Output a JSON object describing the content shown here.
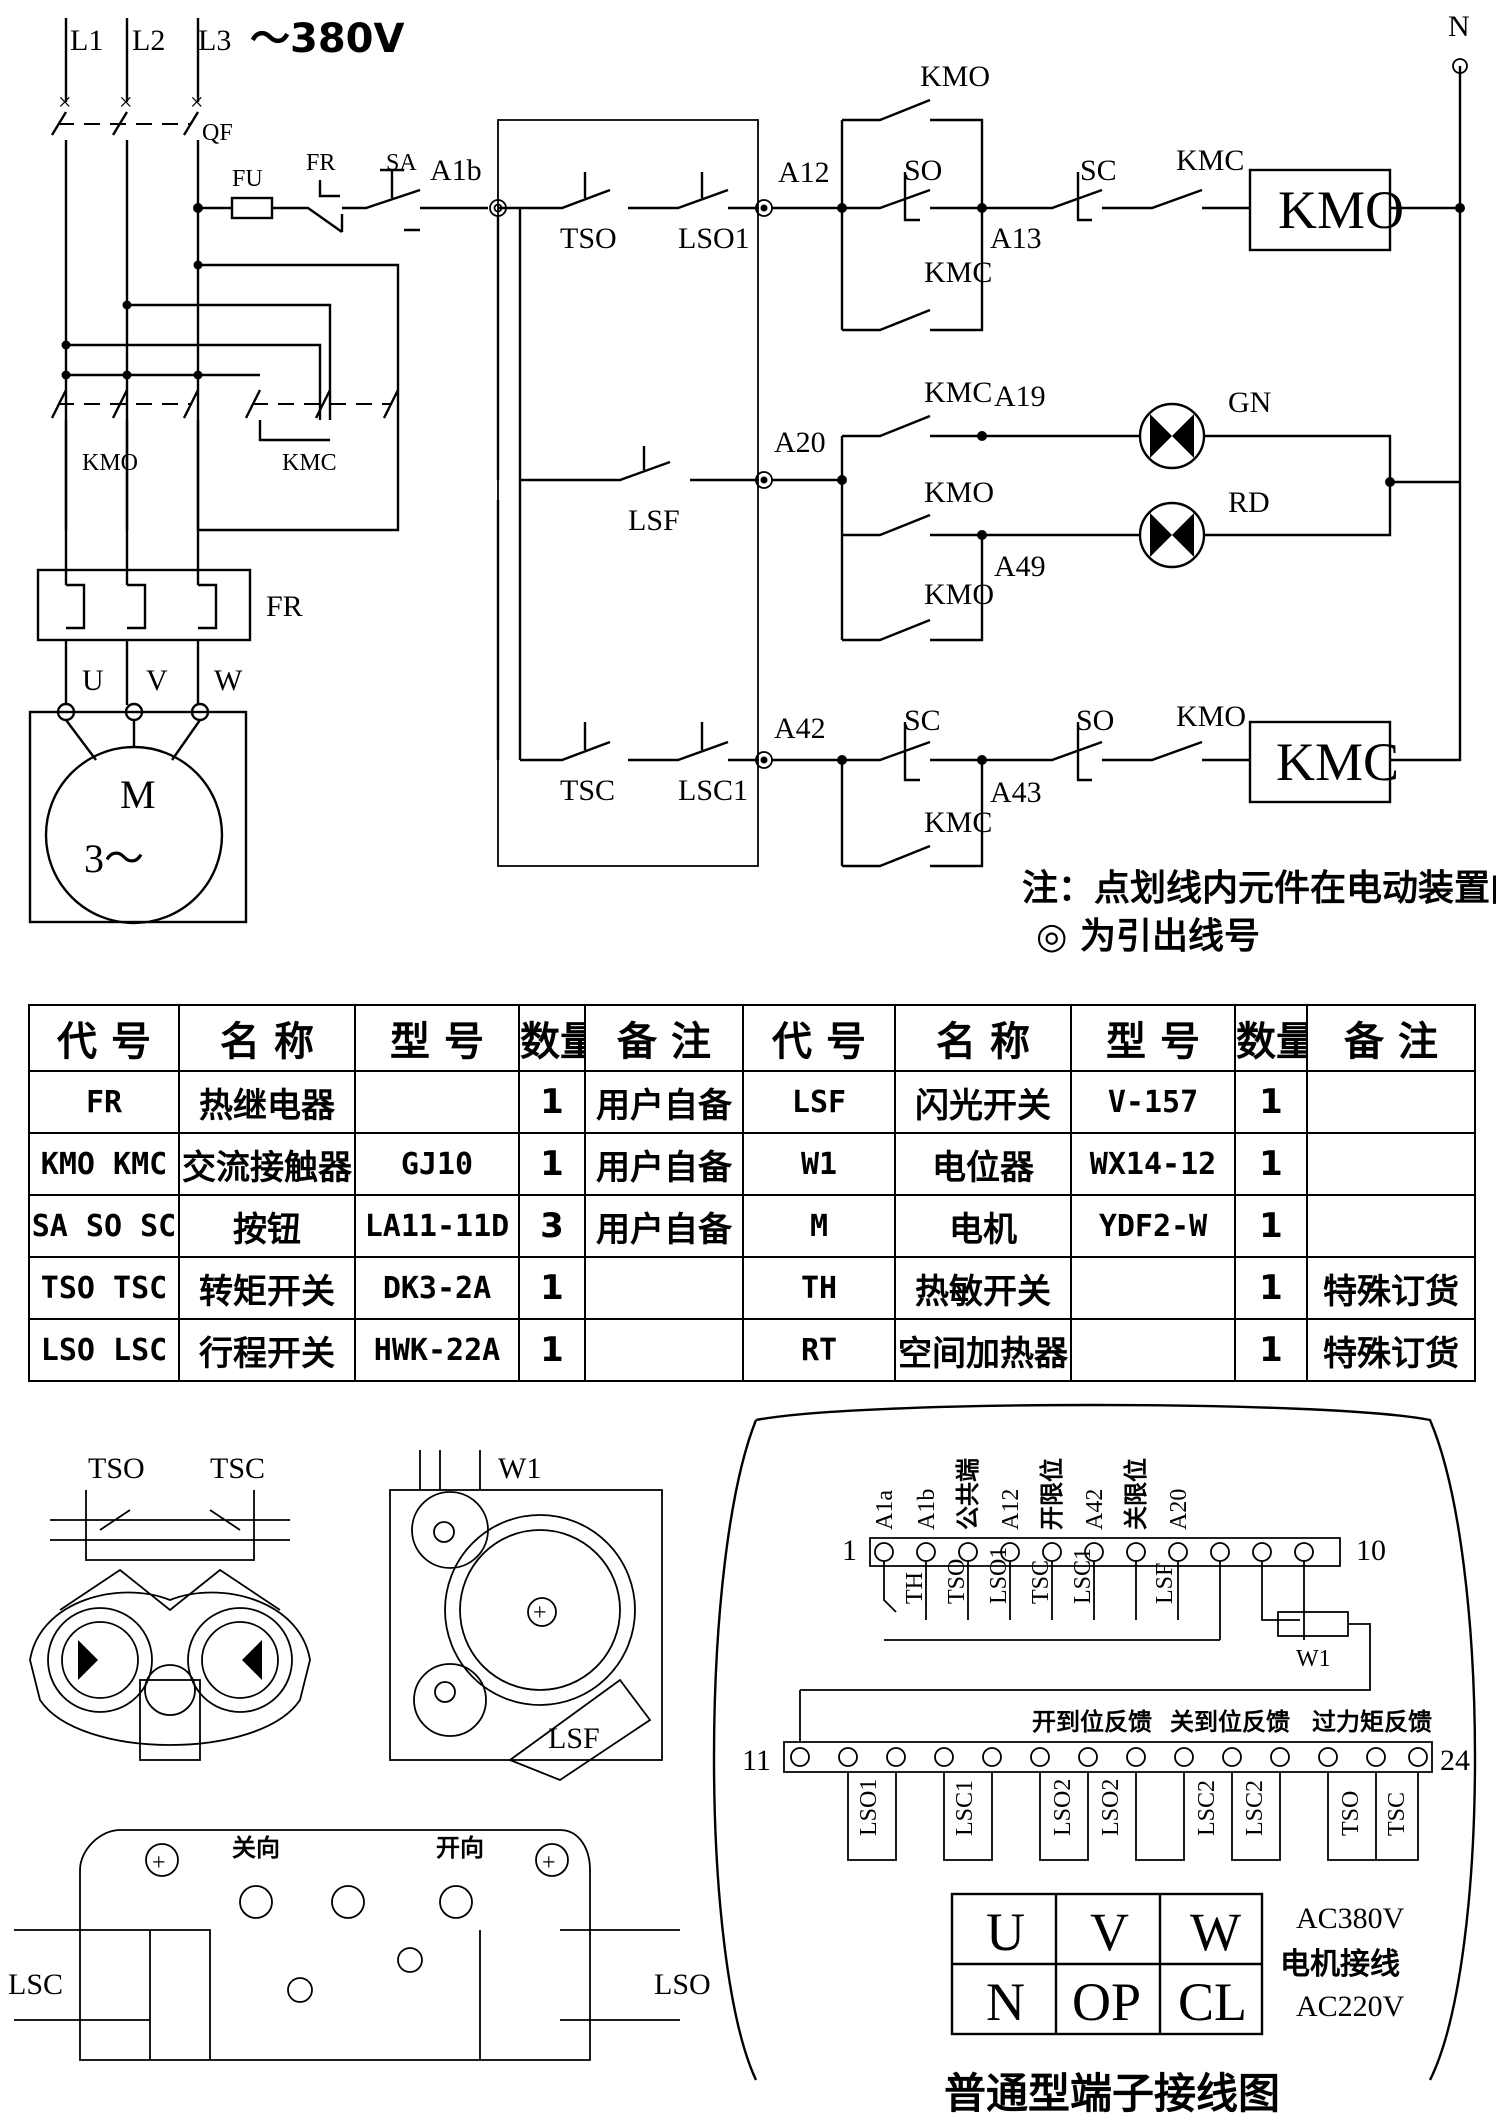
{
  "circuit": {
    "supply": {
      "phases": [
        "L1",
        "L2",
        "L3"
      ],
      "voltage": "～380V",
      "neutral": "N"
    },
    "power_labels": {
      "breaker": "QF",
      "fuse": "FU",
      "overload": "FR",
      "button": "SA",
      "kmo": "KMO",
      "kmc": "KMC",
      "fr_block": "FR"
    },
    "motor": {
      "terminals": [
        "U",
        "V",
        "W"
      ],
      "symbol": "M",
      "phase": "3～"
    },
    "nodes": {
      "a1b": "A1b",
      "a12": "A12",
      "a13": "A13",
      "a19": "A19",
      "a20": "A20",
      "a49": "A49",
      "a42": "A42",
      "a43": "A43"
    },
    "contacts": {
      "tso": "TSO",
      "lso1": "LSO1",
      "lsf": "LSF",
      "tsc": "TSC",
      "lsc1": "LSC1",
      "so": "SO",
      "sc": "SC",
      "kmo": "KMO",
      "kmc": "KMC"
    },
    "coils": {
      "open": "KMO",
      "close": "KMC"
    },
    "lamps": {
      "green": "GN",
      "red": "RD"
    },
    "note_line1": "注：点划线内元件在电动装置内",
    "note_line2": "◎ 为引出线号"
  },
  "bom": {
    "headers": [
      "代 号",
      "名 称",
      "型 号",
      "数量",
      "备 注",
      "代 号",
      "名 称",
      "型 号",
      "数量",
      "备 注"
    ],
    "rows": [
      [
        "FR",
        "热继电器",
        "",
        "1",
        "用户自备",
        "LSF",
        "闪光开关",
        "V-157",
        "1",
        ""
      ],
      [
        "KMO KMC",
        "交流接触器",
        "GJ10",
        "1",
        "用户自备",
        "W1",
        "电位器",
        "WX14-12",
        "1",
        ""
      ],
      [
        "SA SO SC",
        "按钮",
        "LA11-11D",
        "3",
        "用户自备",
        "M",
        "电机",
        "YDF2-W",
        "1",
        ""
      ],
      [
        "TSO TSC",
        "转矩开关",
        "DK3-2A",
        "1",
        "",
        "TH",
        "热敏开关",
        "",
        "1",
        "特殊订货"
      ],
      [
        "LSO LSC",
        "行程开关",
        "HWK-22A",
        "1",
        "",
        "RT",
        "空间加热器",
        "",
        "1",
        "特殊订货"
      ]
    ]
  },
  "mechanics": {
    "torque_switch": {
      "tso": "TSO",
      "tsc": "TSC"
    },
    "pot_unit": {
      "w1": "W1",
      "lsf": "LSF"
    },
    "limit_switch": {
      "close_dir": "关向",
      "open_dir": "开向",
      "lsc": "LSC",
      "lso": "LSO"
    }
  },
  "terminal_board": {
    "top_labels": [
      "A1a",
      "A1b",
      "公共端",
      "A12",
      "开限位",
      "A42",
      "关限位",
      "A20"
    ],
    "top_first": "1",
    "top_last": "10",
    "top_switches": [
      "TH",
      "TSO",
      "LSO1",
      "TSC",
      "LSC1",
      "LSF"
    ],
    "pot": "W1",
    "bottom_first": "11",
    "bottom_last": "24",
    "feedback": [
      "开到位反馈",
      "关到位反馈",
      "过力矩反馈"
    ],
    "bottom_switches": [
      "LSO1",
      "LSC1",
      "LSO2",
      "LSO2",
      "LSC2",
      "LSC2",
      "TSO",
      "TSC"
    ],
    "motor_grid": [
      [
        "U",
        "V",
        "W"
      ],
      [
        "N",
        "OP",
        "CL"
      ]
    ],
    "ac380": "AC380V",
    "motor_wiring": "电机接线",
    "ac220": "AC220V",
    "title": "普通型端子接线图"
  }
}
